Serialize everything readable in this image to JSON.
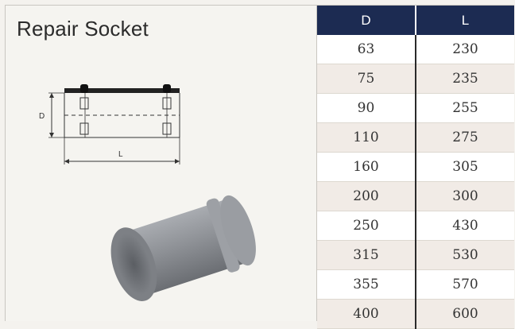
{
  "title": "Repair Socket",
  "diagram": {
    "d_label": "D",
    "l_label": "L"
  },
  "table": {
    "headers": [
      "D",
      "L"
    ],
    "rows": [
      [
        "63",
        "230"
      ],
      [
        "75",
        "235"
      ],
      [
        "90",
        "255"
      ],
      [
        "110",
        "275"
      ],
      [
        "160",
        "305"
      ],
      [
        "200",
        "300"
      ],
      [
        "250",
        "430"
      ],
      [
        "315",
        "530"
      ],
      [
        "355",
        "570"
      ],
      [
        "400",
        "600"
      ]
    ]
  },
  "colors": {
    "header_bg": "#1c2b52",
    "header_text": "#ffffff",
    "stripe": "#f1ebe6",
    "socket_gray": "#8c8f94"
  }
}
